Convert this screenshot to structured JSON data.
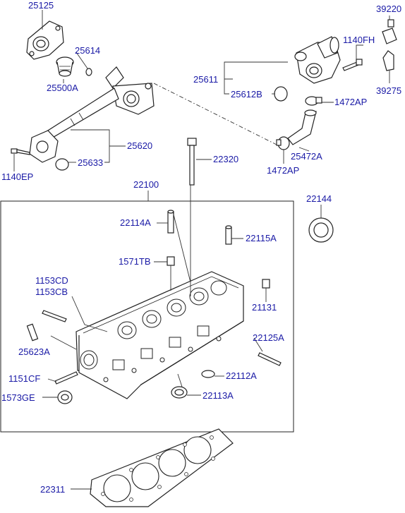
{
  "part_labels": [
    "25125",
    "25614",
    "25500A",
    "25611",
    "25612B",
    "1140FH",
    "39220",
    "39275",
    "1472AP",
    "1472AP",
    "25472A",
    "25620",
    "25633",
    "1140EP",
    "22320",
    "22100",
    "22144",
    "22114A",
    "22115A",
    "1571TB",
    "1153CD",
    "1153CB",
    "21131",
    "25623A",
    "22125A",
    "1151CF",
    "22112A",
    "1573GE",
    "22113A",
    "22311"
  ]
}
